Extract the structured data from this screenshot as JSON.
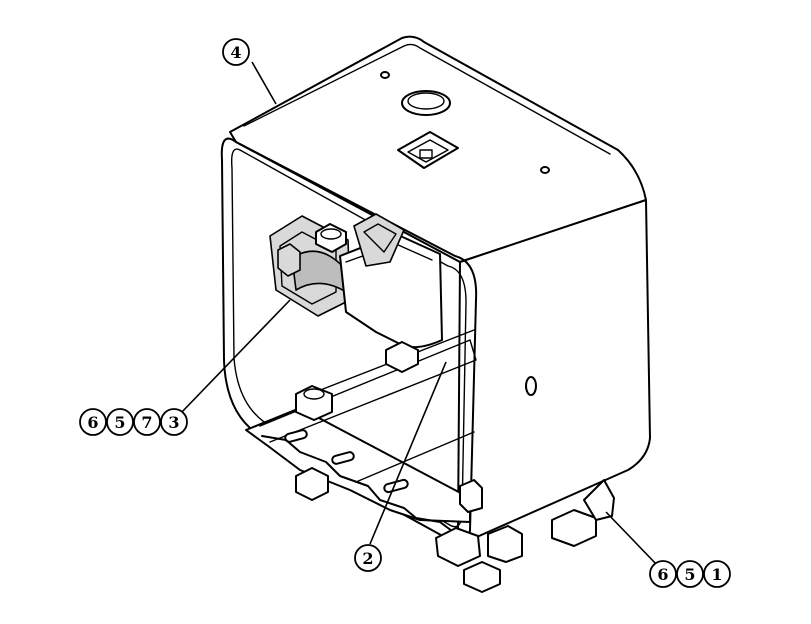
{
  "callouts": [
    {
      "id": "callout-4",
      "labels": [
        "4"
      ]
    },
    {
      "id": "callout-2",
      "labels": [
        "2"
      ]
    },
    {
      "id": "callout-6573",
      "labels": [
        "6",
        "5",
        "7",
        "3"
      ]
    },
    {
      "id": "callout-651",
      "labels": [
        "6",
        "5",
        "1"
      ]
    }
  ]
}
